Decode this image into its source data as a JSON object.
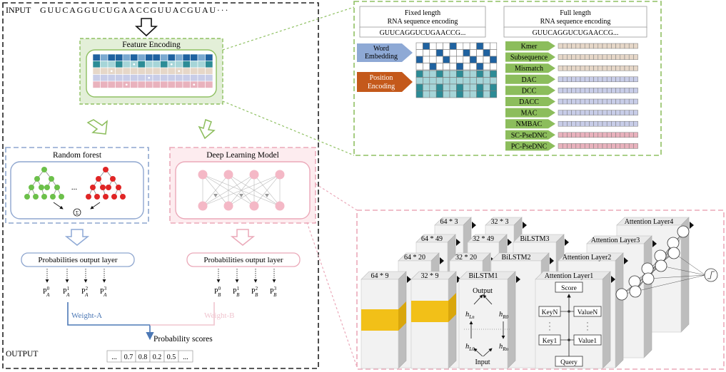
{
  "left_panel": {
    "input_label": "INPUT",
    "input_sequence": "GUUCAGGUCUGAACCGUUACGUAU···",
    "feature_encoding_title": "Feature Encoding",
    "random_forest_title": "Random forest",
    "rf_dots": "...",
    "rf_sum_symbol": "Σ",
    "deep_learning_title": "Deep Learning Model",
    "prob_layer_a": "Probabilities output layer",
    "prob_layer_b": "Probabilities output layer",
    "p_a": [
      "0",
      "1",
      "2",
      "3"
    ],
    "p_b": [
      "0",
      "1",
      "2",
      "3"
    ],
    "p_letter": "P",
    "sub_a": "A",
    "sub_b": "B",
    "weight_a": "Weight-A",
    "weight_b": "Weight-B",
    "probability_scores": "Probability scores",
    "output_label": "OUTPUT",
    "output_values": [
      "...",
      "0.7",
      "0.8",
      "0.2",
      "0.5",
      "..."
    ]
  },
  "encoding_panel": {
    "fixed_title_1": "Fixed length",
    "fixed_title_2": "RNA sequence encoding",
    "full_title_1": "Full length",
    "full_title_2": "RNA sequence encoding",
    "fixed_sequence": "GUUCAGGUCUGAACCG...",
    "full_sequence": "GUUCAGGUCUGAACCG...",
    "word_embedding_1": "Word",
    "word_embedding_2": "Embedding",
    "position_encoding_1": "Position",
    "position_encoding_2": "Encoding",
    "features": [
      "Kmer",
      "Subsequence",
      "Mismatch",
      "DAC",
      "DCC",
      "DACC",
      "MAC",
      "NMBAC",
      "SC-PseDNC",
      "PC-PseDNC"
    ]
  },
  "network_panel": {
    "dims_top": [
      "64 * 3",
      "32 * 3"
    ],
    "dims_row2": [
      "64 * 49",
      "32 * 49"
    ],
    "dims_row3": [
      "64 * 20",
      "32 * 20"
    ],
    "dims_row4": [
      "64 * 9",
      "32 * 9"
    ],
    "bilstm": [
      "BiLSTM1",
      "BiLSTM2",
      "BiLSTM3"
    ],
    "attention": [
      "Attention Layer1",
      "Attention Layer2",
      "Attention Layer3",
      "Attention Layer4"
    ],
    "lstm_output": "Output",
    "lstm_input": "Input",
    "h_l": "h",
    "sub_ln": "Ln",
    "sub_l0": "L0",
    "sub_r0": "R0",
    "sub_rn": "Rn",
    "score": "Score",
    "query": "Query",
    "key_n": "KeyN",
    "key_1": "Key1",
    "value_n": "ValueN",
    "value_1": "Value1",
    "ellipsis": "·"
  },
  "colors": {
    "dashed_black": "#222222",
    "green_dash": "#8fc062",
    "blue_dash": "#8ea6cf",
    "pink_dash": "#eba9b9",
    "dark_blue_cell": "#1f62a0",
    "teal_cell": "#2d8c96",
    "light_teal": "#a6d5d8",
    "tan": "#e6d7c8",
    "lavender": "#c8cde8",
    "pink_cell": "#e9b2bd",
    "green_arrow": "#8cbd5c",
    "orange_arrow": "#c4591b",
    "blue_arrow": "#8ea9d5",
    "yellow_band": "#f2c018",
    "weight_blue": "#4c78b5",
    "weight_pink": "#f0c5cf"
  }
}
